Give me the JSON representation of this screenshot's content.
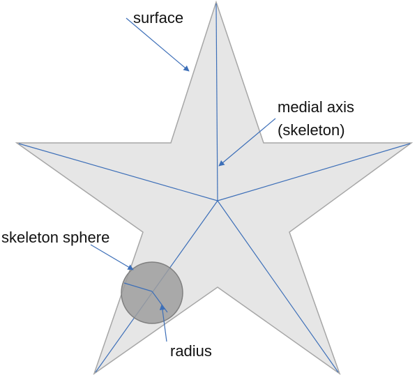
{
  "labels": {
    "surface": "surface",
    "medial_axis_line1": "medial axis",
    "medial_axis_line2": "(skeleton)",
    "skeleton_sphere": "skeleton sphere",
    "radius": "radius"
  },
  "colors": {
    "star_fill": "#e6e6e6",
    "star_outline": "#a6a6a6",
    "skeleton_line": "#3d6fb8",
    "arrow": "#3d6fb8",
    "sphere_fill": "#9e9e9e",
    "sphere_outline": "#7f7f7f",
    "text": "#111111"
  }
}
